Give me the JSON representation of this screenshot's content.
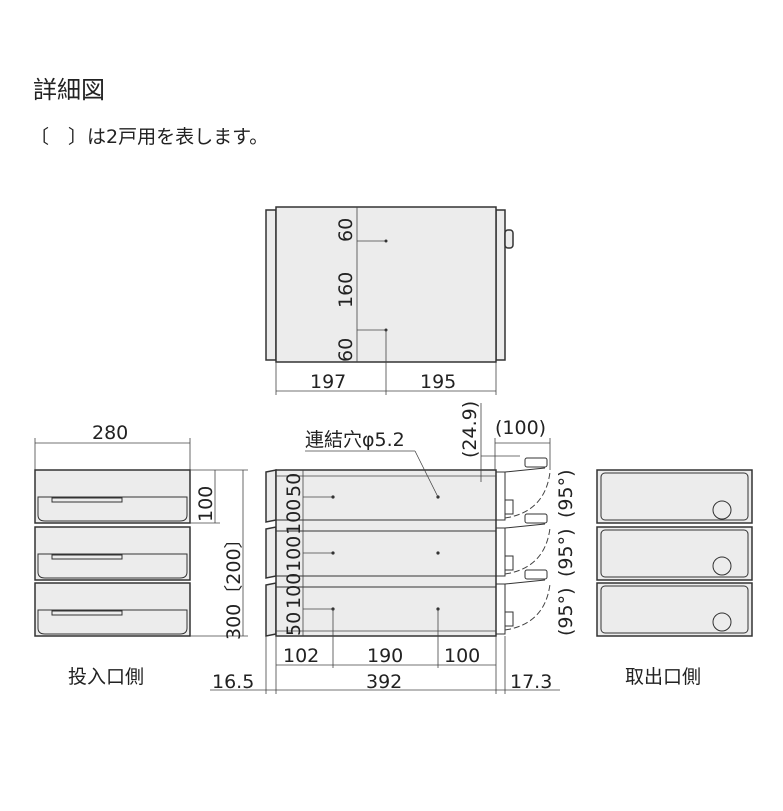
{
  "header": {
    "title": "詳細図",
    "note": "〔　〕は2戸用を表します。"
  },
  "top_view": {
    "dims": {
      "v1": "60",
      "v2": "160",
      "v3": "60",
      "h1": "197",
      "h2": "195"
    }
  },
  "insert_side": {
    "label": "投入口側",
    "width": "280",
    "unit_height": "100",
    "total_height": "300〔200〕"
  },
  "side_view": {
    "hole_label": "連結穴φ5.2",
    "offset": "(24.9)",
    "door_swing": "(100)",
    "angles": [
      "(95°)",
      "(95°)",
      "(95°)"
    ],
    "vertical_dims": [
      "50",
      "100",
      "100",
      "100",
      "50"
    ],
    "h_dims": [
      "102",
      "190",
      "100"
    ],
    "total": "392",
    "left_ext": "16.5",
    "right_ext": "17.3"
  },
  "outlet_side": {
    "label": "取出口側"
  }
}
